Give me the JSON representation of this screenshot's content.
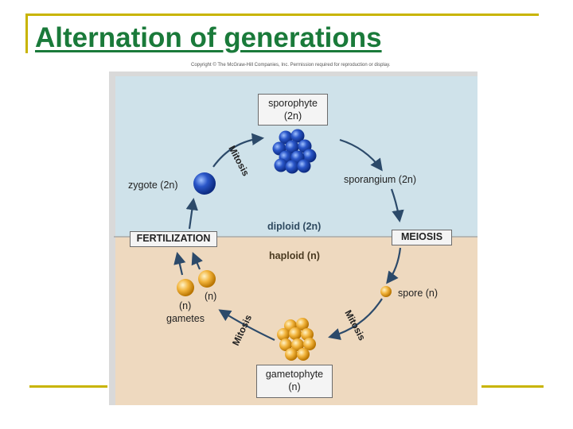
{
  "slide": {
    "title": "Alternation of generations",
    "copyright": "Copyright © The McGraw-Hill Companies, Inc. Permission required for reproduction or display."
  },
  "diagram": {
    "sporophyte_line1": "sporophyte",
    "sporophyte_line2": "(2n)",
    "sporangium": "sporangium (2n)",
    "meiosis": "MEIOSIS",
    "spore": "spore (n)",
    "mitosis_right": "Mitosis",
    "gametophyte_line1": "gametophyte",
    "gametophyte_line2": "(n)",
    "mitosis_left": "Mitosis",
    "gamete_n_left": "(n)",
    "gamete_n_right": "(n)",
    "gametes": "gametes",
    "fertilization": "FERTILIZATION",
    "zygote": "zygote (2n)",
    "mitosis_top": "Mitosis",
    "diploid": "diploid (2n)",
    "haploid": "haploid (n)",
    "colors": {
      "diploid_bg": "#cfe2ea",
      "haploid_bg": "#eed9bf",
      "blue_cell": "#2a56c8",
      "gold_cell": "#f2b43c",
      "arrow": "#2c4a6a"
    }
  }
}
